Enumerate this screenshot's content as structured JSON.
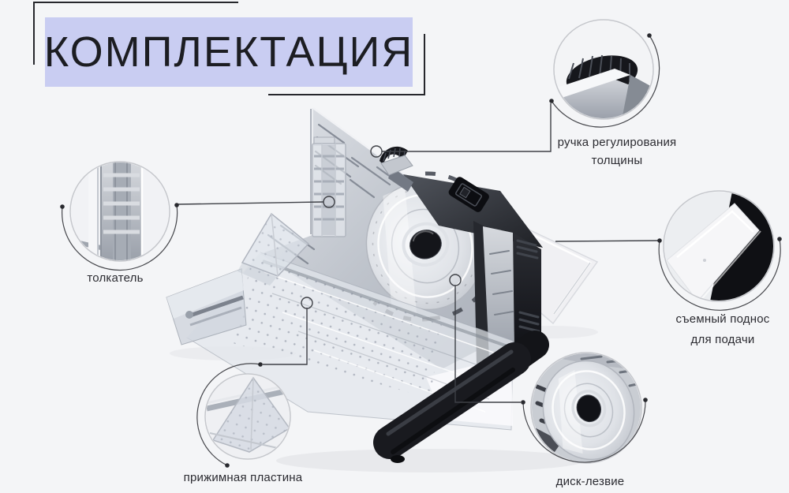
{
  "title": {
    "text": "КОМПЛЕКТАЦИЯ"
  },
  "colors": {
    "accent_lavender": "#c9cdf2",
    "title_ink": "#1c1d22",
    "label_ink": "#2b2b31",
    "leader_line": "#3e4046",
    "frame_line": "#26272c",
    "background": "#f4f5f7"
  },
  "callouts": {
    "thickness_knob": {
      "line1": "ручка регулирования",
      "line2": "толщины"
    },
    "pusher": {
      "line1": "толкатель"
    },
    "removable_tray": {
      "line1": "съемный поднос",
      "line2": "для подачи"
    },
    "pressure_plate": {
      "line1": "прижимная пластина"
    },
    "disc_blade": {
      "line1": "диск-лезвие"
    }
  }
}
